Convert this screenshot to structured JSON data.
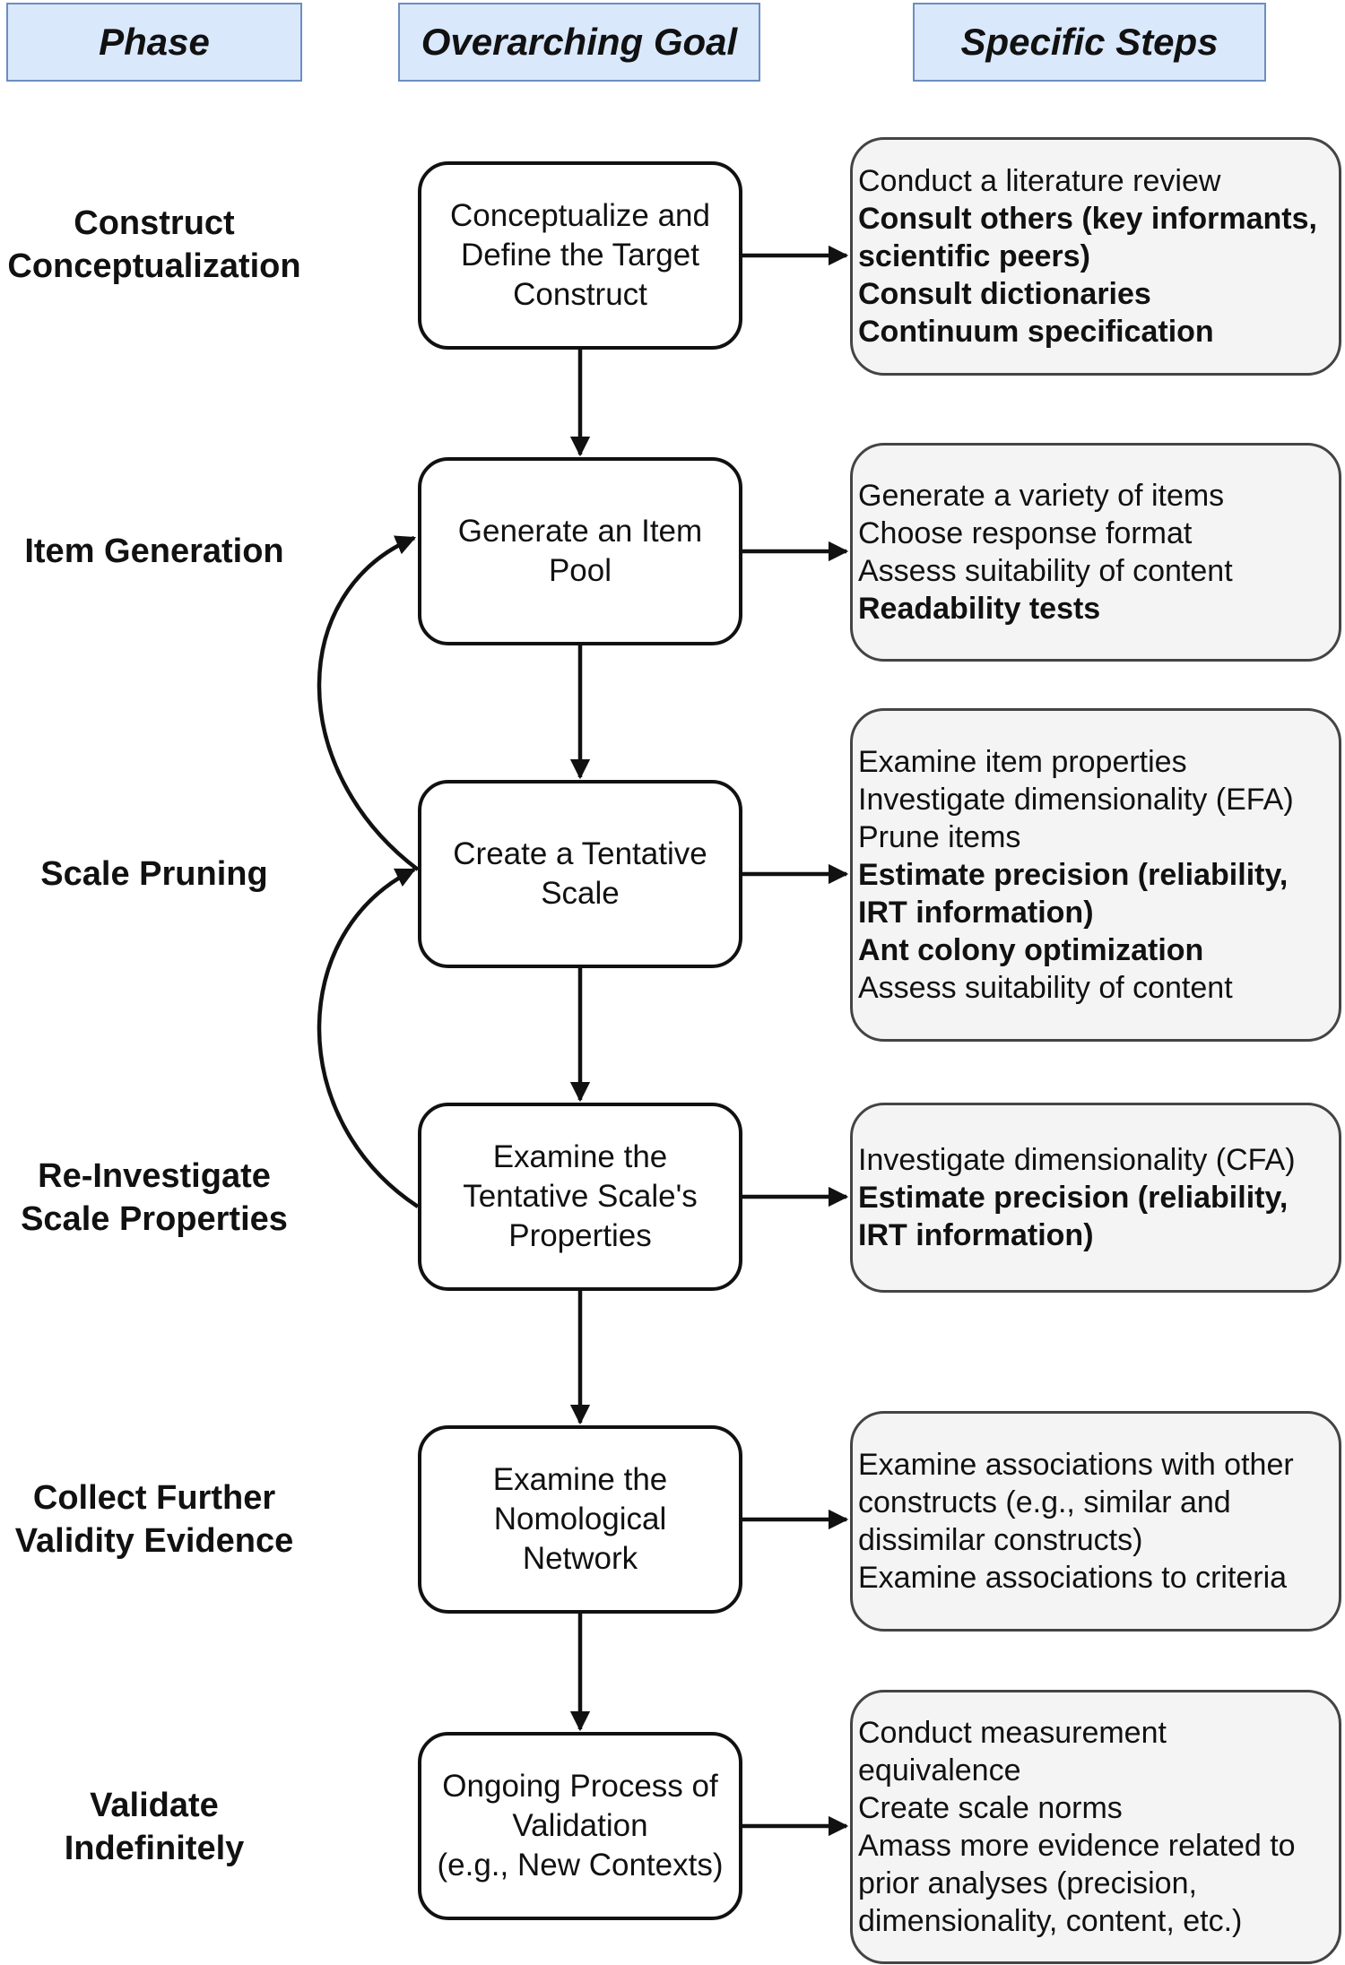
{
  "headers": {
    "phase": "Phase",
    "goal": "Overarching Goal",
    "steps": "Specific Steps"
  },
  "rows": [
    {
      "phase": [
        "Construct",
        "Conceptualization"
      ],
      "goal": [
        "Conceptualize and",
        "Define the Target",
        "Construct"
      ],
      "steps": [
        {
          "text": "Conduct a literature review",
          "bold": false
        },
        {
          "text": "Consult others (key informants,",
          "bold": true
        },
        {
          "text": "scientific peers)",
          "bold": true
        },
        {
          "text": "Consult dictionaries",
          "bold": true
        },
        {
          "text": "Continuum specification",
          "bold": true
        }
      ]
    },
    {
      "phase": [
        "Item Generation"
      ],
      "goal": [
        "Generate an Item",
        "Pool"
      ],
      "steps": [
        {
          "text": "Generate a variety of items",
          "bold": false
        },
        {
          "text": "Choose response format",
          "bold": false
        },
        {
          "text": "Assess suitability of content",
          "bold": false
        },
        {
          "text": "Readability tests",
          "bold": true
        }
      ]
    },
    {
      "phase": [
        "Scale Pruning"
      ],
      "goal": [
        "Create a Tentative",
        "Scale"
      ],
      "steps": [
        {
          "text": "Examine item properties",
          "bold": false
        },
        {
          "text": "Investigate dimensionality (EFA)",
          "bold": false
        },
        {
          "text": "Prune items",
          "bold": false
        },
        {
          "text": "Estimate precision (reliability,",
          "bold": true
        },
        {
          "text": "IRT information)",
          "bold": true
        },
        {
          "text": "Ant colony optimization",
          "bold": true
        },
        {
          "text": "Assess suitability of content",
          "bold": false
        }
      ]
    },
    {
      "phase": [
        "Re-Investigate",
        "Scale Properties"
      ],
      "goal": [
        "Examine the",
        "Tentative Scale's",
        "Properties"
      ],
      "steps": [
        {
          "text": "Investigate dimensionality (CFA)",
          "bold": false
        },
        {
          "text": "Estimate precision (reliability,",
          "bold": true
        },
        {
          "text": "IRT information)",
          "bold": true
        }
      ]
    },
    {
      "phase": [
        "Collect Further",
        "Validity Evidence"
      ],
      "goal": [
        "Examine the",
        "Nomological",
        "Network"
      ],
      "steps": [
        {
          "text": "Examine associations with other",
          "bold": false
        },
        {
          "text": "constructs (e.g., similar and",
          "bold": false
        },
        {
          "text": "dissimilar constructs)",
          "bold": false
        },
        {
          "text": "Examine associations to criteria",
          "bold": false
        }
      ]
    },
    {
      "phase": [
        "Validate",
        "Indefinitely"
      ],
      "goal": [
        "Ongoing Process of",
        "Validation",
        "(e.g., New Contexts)"
      ],
      "steps": [
        {
          "text": "Conduct measurement",
          "bold": false
        },
        {
          "text": "equivalence",
          "bold": false
        },
        {
          "text": "Create scale norms",
          "bold": false
        },
        {
          "text": "Amass more evidence related to",
          "bold": false
        },
        {
          "text": "prior analyses (precision,",
          "bold": false
        },
        {
          "text": "dimensionality, content, etc.)",
          "bold": false
        }
      ]
    }
  ]
}
